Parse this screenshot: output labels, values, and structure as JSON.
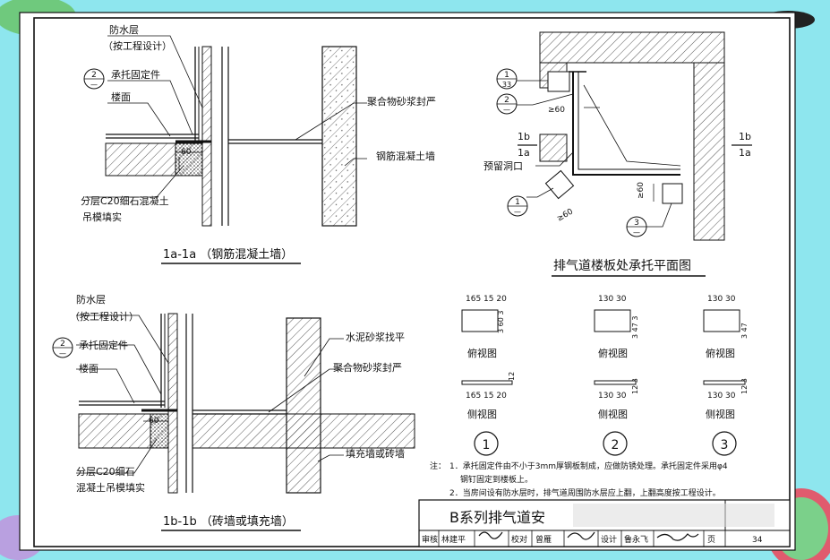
{
  "drawing": {
    "panel1": {
      "labels": {
        "waterproof": "防水层",
        "waterproof_note": "（按工程设计）",
        "bracket": "承托固定件",
        "floor": "楼面",
        "fill": "分层C20细石混凝土",
        "fill2": "吊模填实",
        "mortar_seal": "聚合物砂浆封严",
        "rc_wall": "钢筋混凝土墙",
        "dim60": "60"
      },
      "bubble": {
        "top": "2",
        "bottom": "—"
      },
      "caption": "1a-1a （钢筋混凝土墙）"
    },
    "panel2": {
      "labels": {
        "waterproof": "防水层",
        "waterproof_note": "（按工程设计）",
        "bracket": "承托固定件",
        "floor": "楼面",
        "cement_level": "水泥砂浆找平",
        "mortar_seal": "聚合物砂浆封严",
        "infill_wall": "填充墙或砖墙",
        "fill": "分层C20细石",
        "fill2": "混凝土吊模填实",
        "dim60": "60"
      },
      "bubble": {
        "top": "2",
        "bottom": "—"
      },
      "caption": "1b-1b （砖墙或填充墙）"
    },
    "plan": {
      "labels": {
        "opening": "预留洞口",
        "dim60a": "≥60",
        "dim60b": "≥60",
        "dim60c": "≥60",
        "sec_b_left": "1b",
        "sec_a_left": "1a",
        "sec_b_right": "1b",
        "sec_a_right": "1a"
      },
      "bubbles": [
        {
          "top": "1",
          "bottom": "33"
        },
        {
          "top": "2",
          "bottom": "—"
        },
        {
          "top": "1",
          "bottom": "—"
        },
        {
          "top": "3",
          "bottom": "—"
        }
      ],
      "caption": "排气道楼板处承托平面图"
    },
    "details": [
      {
        "top_dims": "165 15 20",
        "top_side": "3 60 3",
        "top_view": "俯视图",
        "side_dims": "165 15 20",
        "side_side": "12",
        "side_view": "侧视图",
        "number": "1"
      },
      {
        "top_dims": "130 30",
        "top_side": "3 47 3",
        "top_view": "俯视图",
        "side_dims": "130 30",
        "side_side": "12 3",
        "side_view": "侧视图",
        "number": "2"
      },
      {
        "top_dims": "130 30",
        "top_side": "3 47",
        "top_view": "俯视图",
        "side_dims": "130 30",
        "side_side": "12 3",
        "side_view": "侧视图",
        "number": "3"
      }
    ],
    "notes": {
      "prefix": "注：",
      "n1": "1．承托固定件由不小于3mm厚钢板制成，应做防锈处理。承托固定件采用φ4",
      "n1b": "钢钉固定到楼板上。",
      "n2": "2．当房间设有防水层时，排气道周围防水层应上翻，上翻高度按工程设计。"
    },
    "title_block": {
      "title": "B系列排气道安",
      "row": [
        "审核",
        "林建平",
        "校对",
        "曾雁",
        "设计",
        "鲁永飞",
        "页",
        "34"
      ]
    }
  },
  "colors": {
    "background": "#8ee6ee",
    "paper": "#ffffff",
    "ink": "#111111",
    "hatch": "#444444"
  }
}
